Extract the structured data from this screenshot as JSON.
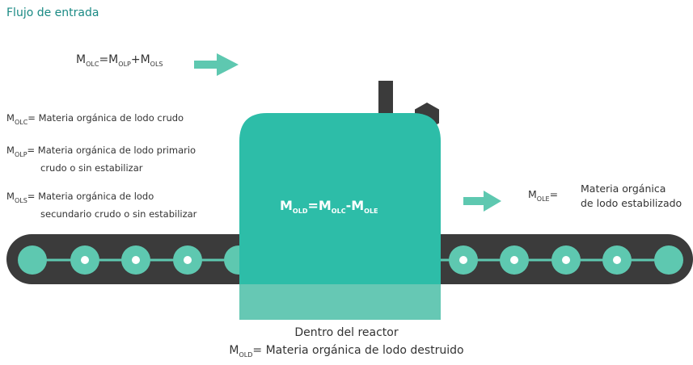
{
  "title": "Flujo de entrada",
  "equation_in": {
    "left": "M",
    "left_sub": "OLC",
    "eq": "=",
    "t1": "M",
    "t1_sub": "OLP",
    "plus": "+",
    "t2": "M",
    "t2_sub": "OLS"
  },
  "definitions": [
    {
      "symbol": "M",
      "sub": "OLC",
      "text": "= Materia orgánica de lodo crudo",
      "cont": ""
    },
    {
      "symbol": "M",
      "sub": "OLP",
      "text": "= Materia orgánica de lodo primario",
      "cont": "crudo o sin estabilizar"
    },
    {
      "symbol": "M",
      "sub": "OLS",
      "text": "= Materia orgánica de lodo",
      "cont": "secundario crudo o sin estabilizar"
    }
  ],
  "reactor_equation": {
    "a": "M",
    "a_sub": "OLD",
    "eq": "=",
    "b": "M",
    "b_sub": "OLC",
    "minus": "-",
    "c": "M",
    "c_sub": "OLE"
  },
  "output": {
    "symbol": "M",
    "sub": "OLE",
    "eq": "=",
    "line1": "Materia orgánica",
    "line2": "de lodo estabilizado"
  },
  "caption": {
    "line1": "Dentro del reactor",
    "symbol": "M",
    "sub": "OLD",
    "line2": "= Materia orgánica de lodo destruido"
  },
  "colors": {
    "teal": "#2dbda8",
    "teal_light": "#66c8b4",
    "arrow": "#5ec8b0",
    "belt": "#3b3b3b",
    "dark": "#3b3b3b",
    "title": "#1a8a84"
  }
}
